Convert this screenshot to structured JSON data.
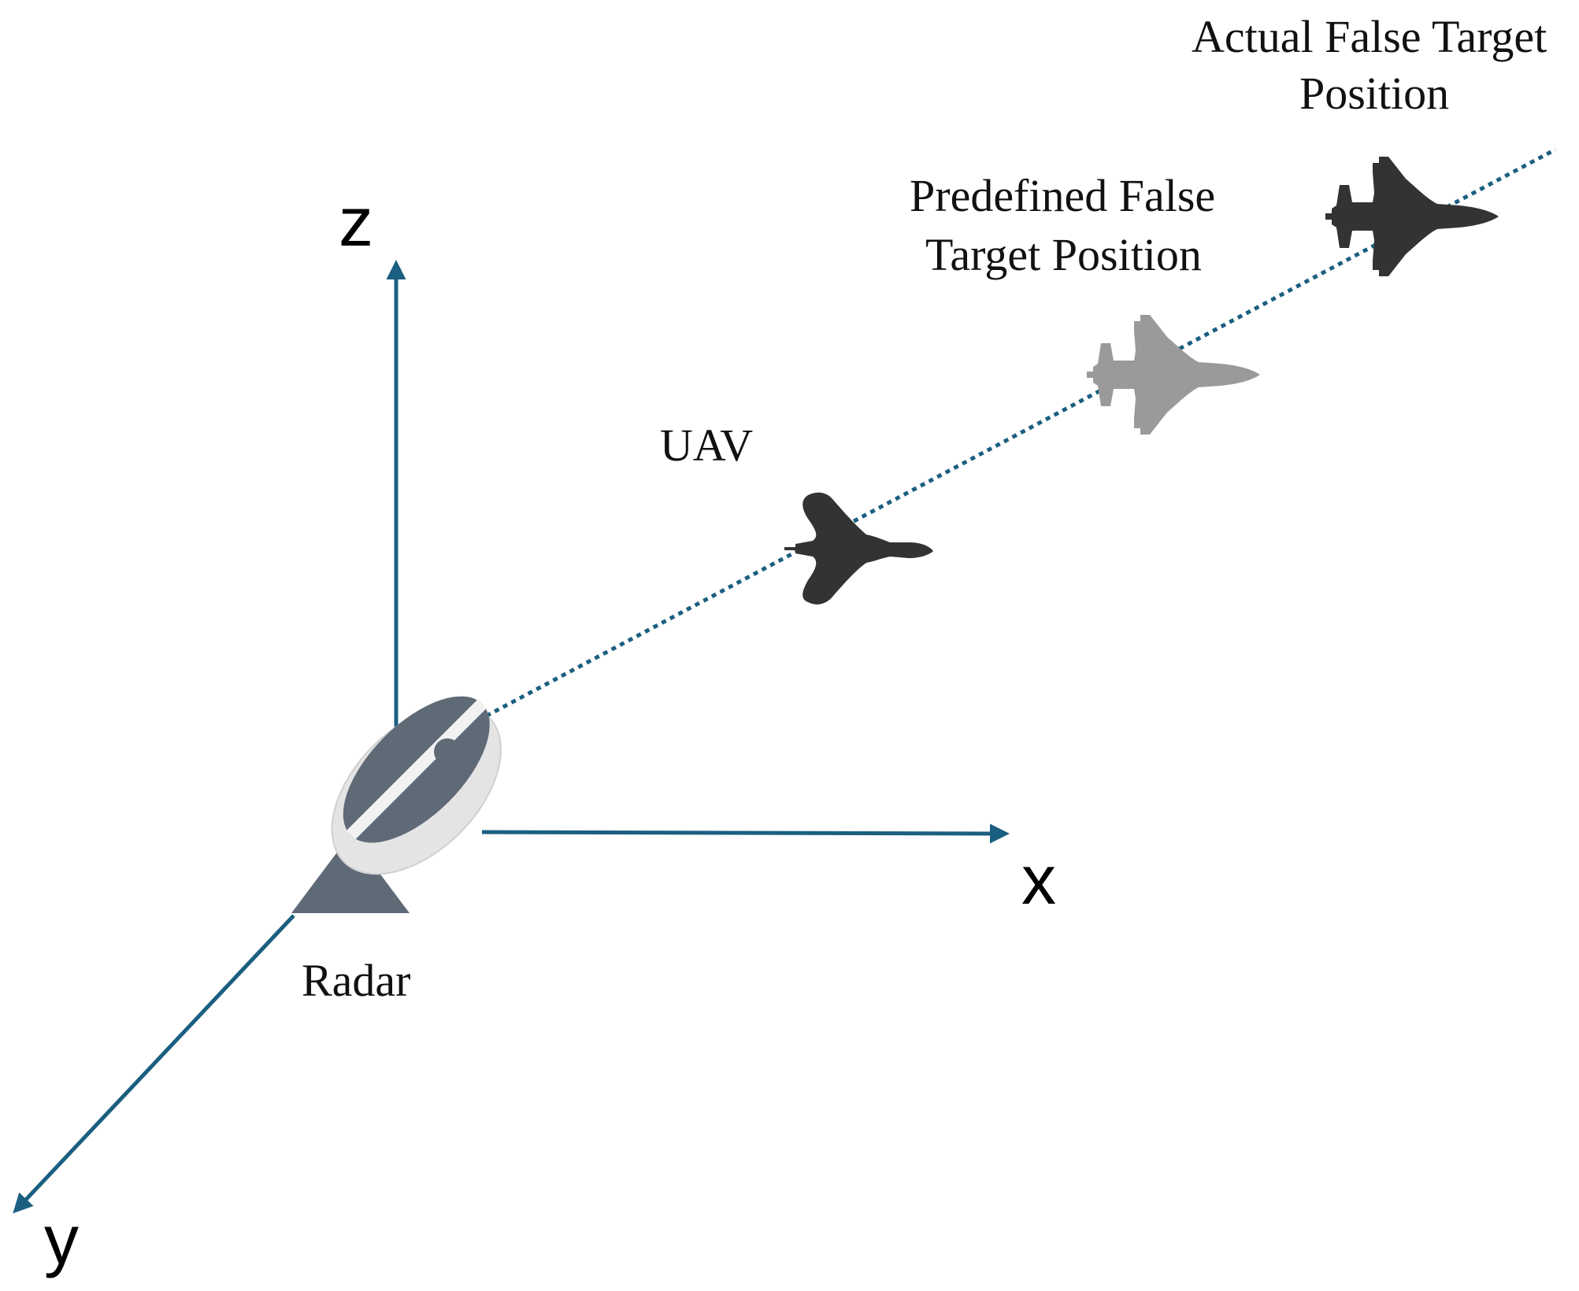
{
  "axes": {
    "x_label": "x",
    "y_label": "y",
    "z_label": "z"
  },
  "labels": {
    "radar": "Radar",
    "uav": "UAV",
    "predefined_line1": "Predefined False",
    "predefined_line2": "Target Position",
    "actual_line1": "Actual False Target",
    "actual_line2": "Position"
  },
  "icons": {
    "radar": "radar-dish-icon",
    "uav": "stealth-uav-icon",
    "predefined_target": "fighter-jet-icon",
    "actual_target": "fighter-jet-icon"
  },
  "colors": {
    "axis": "#1b5f80",
    "line_of_sight": "#1b5f80",
    "uav": "#333333",
    "predefined_target": "#9a9a9a",
    "actual_target": "#333333",
    "radar_dark": "#5f6a77",
    "radar_light": "#e6e6e6"
  }
}
